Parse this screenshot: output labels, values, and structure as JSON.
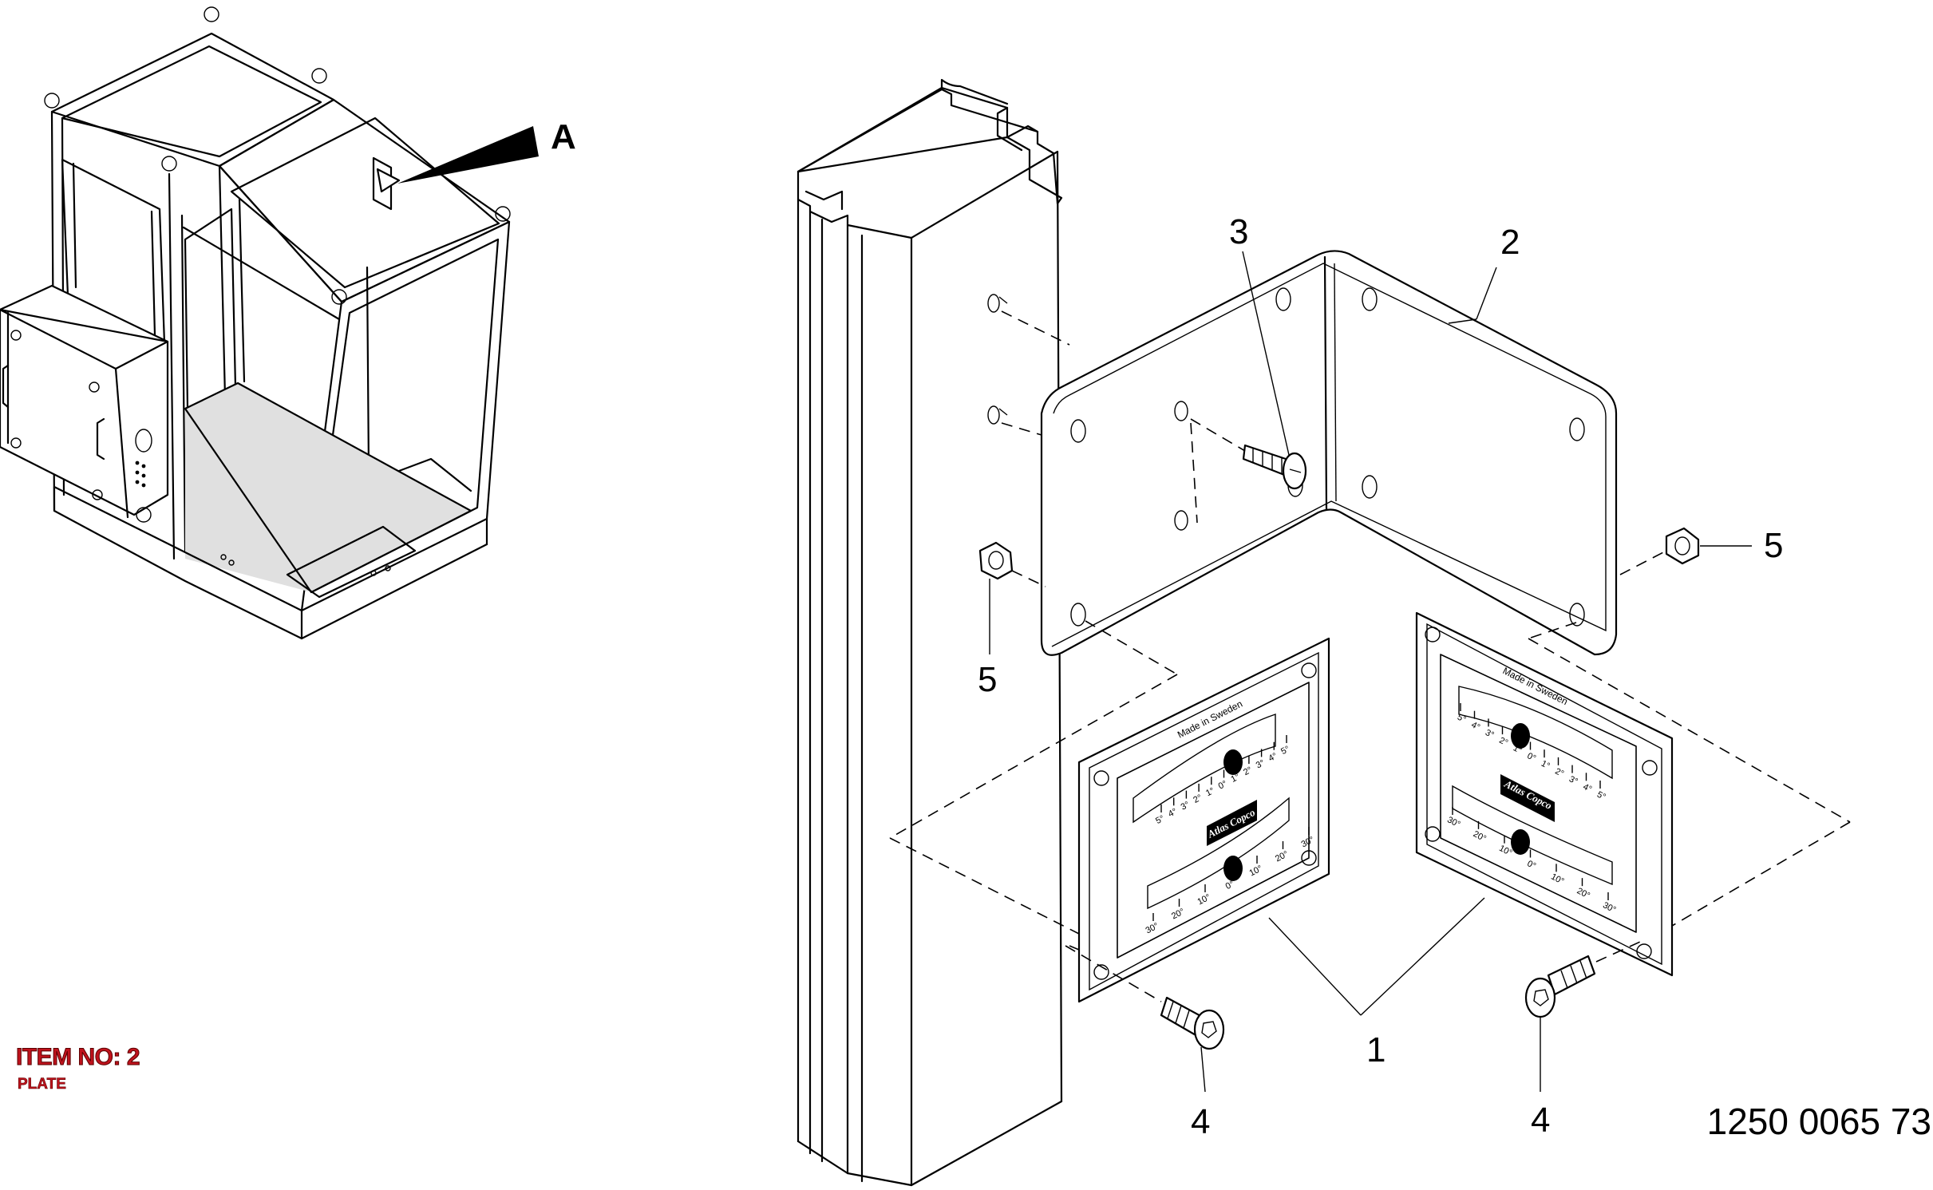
{
  "item": {
    "label": "ITEM NO: 2",
    "name": "PLATE"
  },
  "drawing_number": "1250 0065 73",
  "callouts": {
    "view": "A",
    "inclinometer": "1",
    "angle_plate": "2",
    "screw_countersunk": "3",
    "screw_socket": "4",
    "nut": "5"
  },
  "inclinometer": {
    "made_in": "Made in Sweden",
    "brand": "Atlas Copco",
    "fine_scale": [
      "5°",
      "4°",
      "3°",
      "2°",
      "1°",
      "0°",
      "1°",
      "2°",
      "3°",
      "4°",
      "5°"
    ],
    "coarse_scale": [
      "30°",
      "20°",
      "10°",
      "0°",
      "10°",
      "20°",
      "30°"
    ]
  },
  "colors": {
    "item_text": "#c0131d",
    "line": "#000000",
    "floor_fill": "#e0e0e0"
  }
}
